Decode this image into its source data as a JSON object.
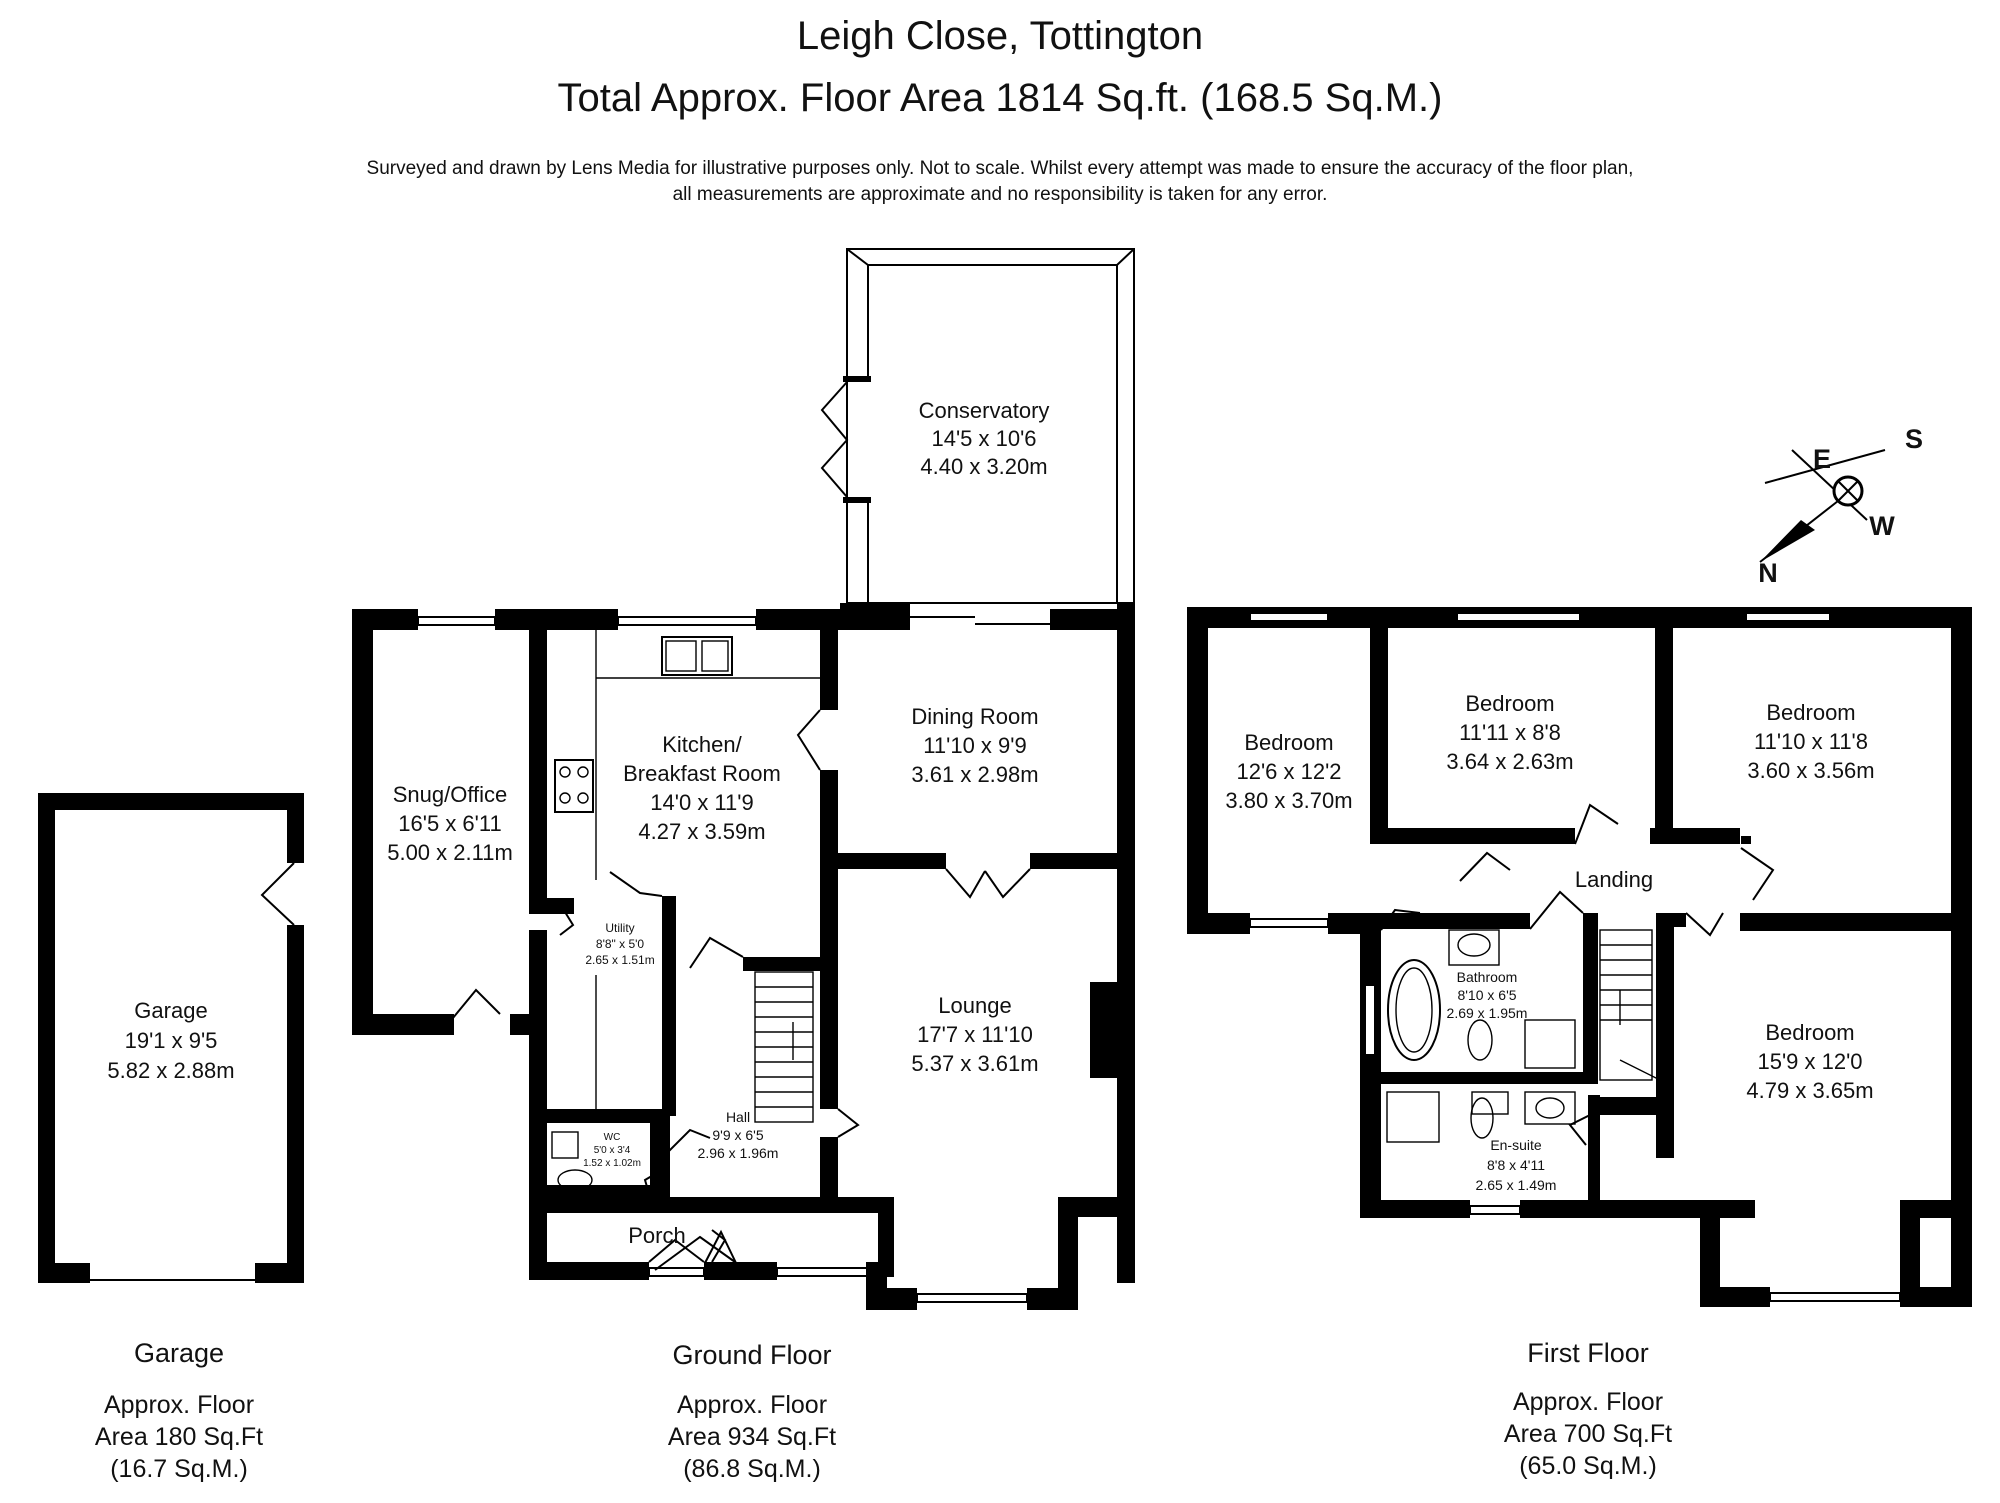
{
  "header": {
    "title": "Leigh Close, Tottington",
    "area": "Total Approx. Floor Area 1814 Sq.ft. (168.5 Sq.M.)",
    "disclaimer_line1": "Surveyed and drawn by Lens Media for illustrative purposes only. Not to scale. Whilst every attempt was made to ensure the accuracy of the floor plan,",
    "disclaimer_line2": "all measurements are approximate and no responsibility is taken for any error."
  },
  "compass": {
    "north": "N",
    "south": "S",
    "east": "E",
    "west": "W"
  },
  "garage": {
    "room": {
      "name": "Garage",
      "imperial": "19'1 x 9'5",
      "metric": "5.82 x 2.88m"
    },
    "caption": "Garage",
    "area_line1": "Approx. Floor",
    "area_line2": "Area 180 Sq.Ft",
    "area_line3": "(16.7 Sq.M.)"
  },
  "ground_floor": {
    "caption": "Ground Floor",
    "area_line1": "Approx. Floor",
    "area_line2": "Area 934 Sq.Ft",
    "area_line3": "(86.8 Sq.M.)",
    "conservatory": {
      "name": "Conservatory",
      "imperial": "14'5 x 10'6",
      "metric": "4.40 x 3.20m"
    },
    "snug": {
      "name": "Snug/Office",
      "imperial": "16'5 x 6'11",
      "metric": "5.00 x 2.11m"
    },
    "kitchen": {
      "name_line1": "Kitchen/",
      "name_line2": "Breakfast Room",
      "imperial": "14'0 x 11'9",
      "metric": "4.27 x 3.59m"
    },
    "dining": {
      "name": "Dining Room",
      "imperial": "11'10 x 9'9",
      "metric": "3.61 x 2.98m"
    },
    "utility": {
      "name": "Utility",
      "imperial": "8'8\" x 5'0",
      "metric": "2.65 x 1.51m"
    },
    "lounge": {
      "name": "Lounge",
      "imperial": "17'7 x 11'10",
      "metric": "5.37 x 3.61m"
    },
    "hall": {
      "name": "Hall",
      "imperial": "9'9 x 6'5",
      "metric": "2.96 x 1.96m"
    },
    "wc": {
      "name": "WC",
      "imperial": "5'0 x 3'4",
      "metric": "1.52 x 1.02m"
    },
    "porch": {
      "name": "Porch"
    }
  },
  "first_floor": {
    "caption": "First Floor",
    "area_line1": "Approx. Floor",
    "area_line2": "Area 700 Sq.Ft",
    "area_line3": "(65.0 Sq.M.)",
    "bedroom1": {
      "name": "Bedroom",
      "imperial": "12'6 x 12'2",
      "metric": "3.80 x 3.70m"
    },
    "bedroom2": {
      "name": "Bedroom",
      "imperial": "11'11 x 8'8",
      "metric": "3.64 x 2.63m"
    },
    "bedroom3": {
      "name": "Bedroom",
      "imperial": "11'10 x 11'8",
      "metric": "3.60 x 3.56m"
    },
    "bedroom4": {
      "name": "Bedroom",
      "imperial": "15'9 x 12'0",
      "metric": "4.79 x 3.65m"
    },
    "landing": {
      "name": "Landing"
    },
    "bathroom": {
      "name": "Bathroom",
      "imperial": "8'10 x 6'5",
      "metric": "2.69 x 1.95m"
    },
    "ensuite": {
      "name": "En-suite",
      "imperial": "8'8 x 4'11",
      "metric": "2.65 x 1.49m"
    }
  }
}
